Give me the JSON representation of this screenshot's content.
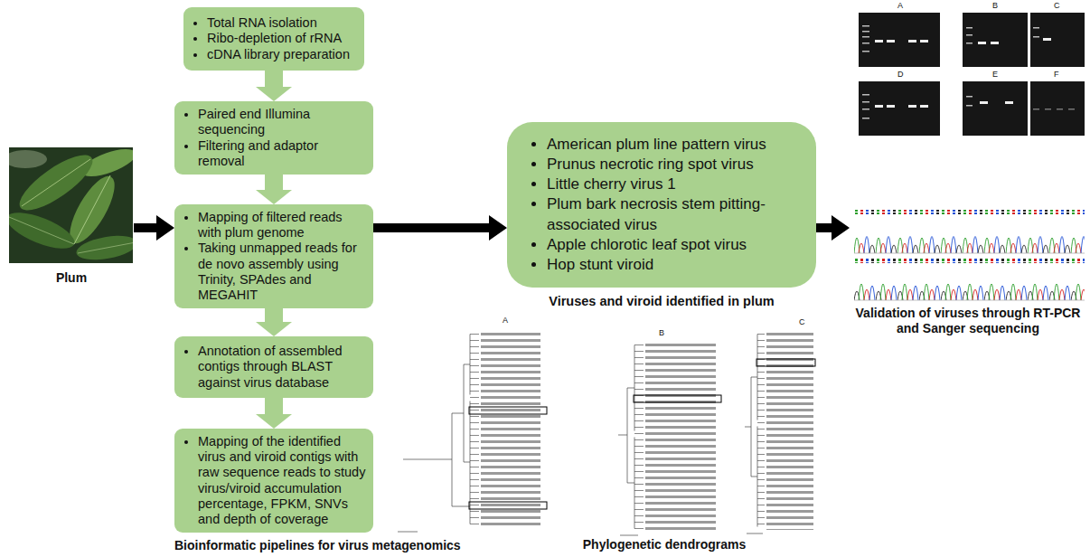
{
  "diagram": {
    "nodes": [
      {
        "text": [
          "Plum"
        ]
      },
      {
        "text": [
          "Total RNA isolation",
          "Ribo-depletion of rRNA",
          "cDNA library preparation"
        ]
      },
      {
        "text": [
          "Paired end Illumina sequencing",
          "Filtering and adaptor removal"
        ]
      },
      {
        "text": [
          "Mapping of filtered reads with plum genome",
          "Taking unmapped reads for de novo assembly using Trinity, SPAdes and MEGAHIT"
        ]
      },
      {
        "text": [
          "Annotation of assembled contigs through BLAST against virus database"
        ]
      },
      {
        "text": [
          "Mapping of the identified virus and viroid contigs with raw sequence reads to study virus/viroid accumulation percentage, FPKM, SNVs and depth of coverage"
        ]
      },
      {
        "text": [
          "American plum line pattern virus",
          "Prunus necrotic ring spot virus",
          "Little cherry virus 1",
          "Plum bark necrosis stem pitting-associated virus",
          "Apple chlorotic leaf spot virus",
          "Hop stunt viroid",
          "Viruses and viroid identified in plum"
        ]
      },
      {
        "text": [
          "Validation of viruses through RT-PCR and Sanger sequencing"
        ]
      }
    ],
    "edges": [
      {
        "from": 0,
        "to": 3,
        "arrow": "to"
      },
      {
        "from": 1,
        "to": 2,
        "arrow": "to"
      },
      {
        "from": 2,
        "to": 3,
        "arrow": "to"
      },
      {
        "from": 3,
        "to": 4,
        "arrow": "to"
      },
      {
        "from": 4,
        "to": 5,
        "arrow": "to"
      },
      {
        "from": 3,
        "to": 6,
        "arrow": "to"
      },
      {
        "from": 6,
        "to": 7,
        "arrow": "to"
      }
    ],
    "labels": [
      "A",
      "B",
      "C",
      "D",
      "E",
      "F",
      "A",
      "B",
      "C",
      "Phylogenetic dendrograms",
      "Bioinformatic pipelines for virus metagenomics"
    ]
  }
}
